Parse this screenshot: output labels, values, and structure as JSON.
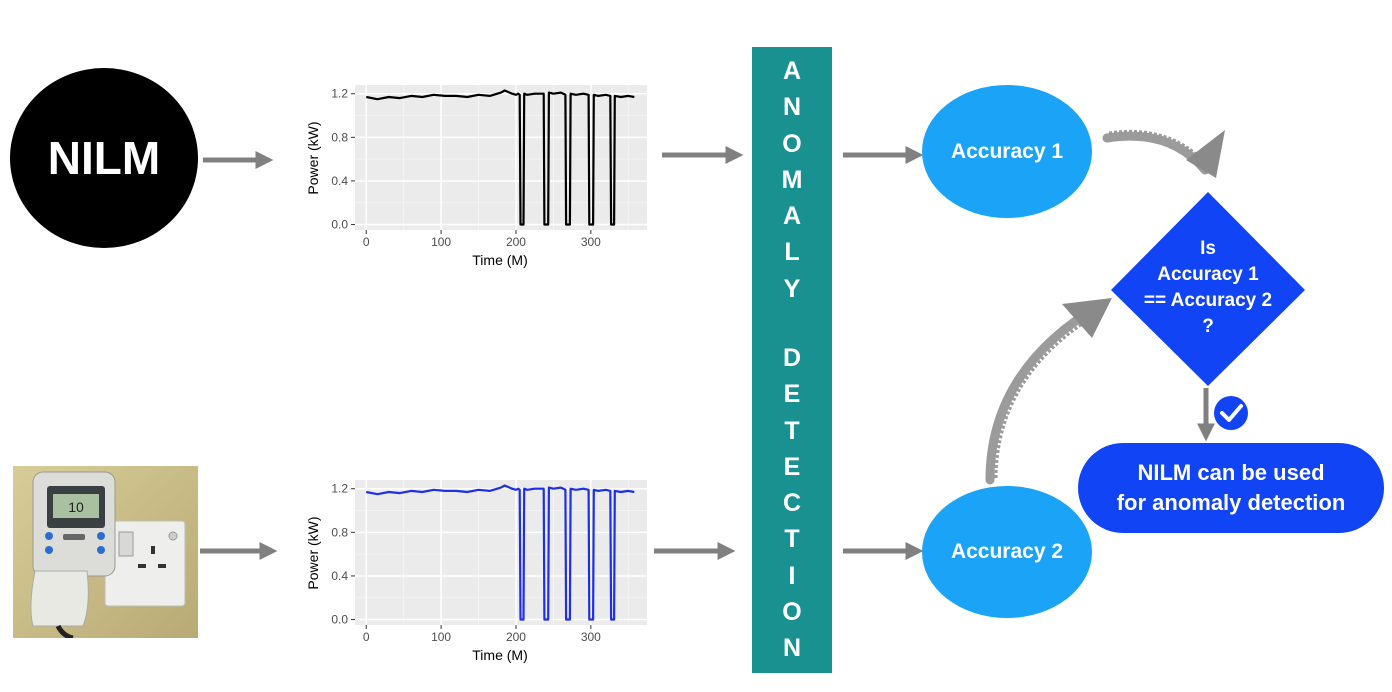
{
  "nilm_label": "NILM",
  "anomaly_band_words": [
    "ANOMALY",
    "DETECTION"
  ],
  "accuracy_1": "Accuracy 1",
  "accuracy_2": "Accuracy 2",
  "comparison": [
    "Is",
    "Accuracy 1",
    "== Accuracy 2",
    "?"
  ],
  "conclusion": [
    "NILM can be used",
    "for anomaly detection"
  ],
  "colors": {
    "band": "#1a9191",
    "accuracy_ellipse": "#1aa3f7",
    "decision": "#1144f5",
    "arrow": "#808080",
    "nilm_series": "#000000",
    "meter_series": "#1f2fe6"
  },
  "chart_data": [
    {
      "type": "line",
      "xlabel": "Time (M)",
      "ylabel": "Power (kW)",
      "xlim": [
        -15,
        375
      ],
      "ylim": [
        -0.05,
        1.28
      ],
      "xticks": [
        0,
        100,
        200,
        300
      ],
      "yticks": [
        "0.0",
        "0.8",
        "0.4",
        "1.2"
      ],
      "ytick_values": [
        0.0,
        0.8,
        0.4,
        1.2
      ],
      "grid": true,
      "series": [
        {
          "color": "#000000",
          "x": [
            0,
            15,
            30,
            45,
            60,
            75,
            90,
            105,
            120,
            135,
            150,
            165,
            180,
            185,
            195,
            200,
            203,
            205,
            206,
            210,
            211,
            215,
            225,
            237,
            238,
            243,
            244,
            250,
            260,
            266,
            267,
            272,
            273,
            280,
            290,
            297,
            298,
            303,
            304,
            310,
            320,
            326,
            327,
            331,
            332,
            340,
            350,
            358
          ],
          "y": [
            1.17,
            1.15,
            1.17,
            1.16,
            1.18,
            1.17,
            1.19,
            1.18,
            1.18,
            1.17,
            1.19,
            1.18,
            1.21,
            1.23,
            1.2,
            1.19,
            1.2,
            1.19,
            0.0,
            0.0,
            1.2,
            1.19,
            1.2,
            1.2,
            0.0,
            0.0,
            1.21,
            1.2,
            1.21,
            1.19,
            0.0,
            0.0,
            1.2,
            1.19,
            1.2,
            1.19,
            0.0,
            0.0,
            1.19,
            1.18,
            1.19,
            1.18,
            0.0,
            0.0,
            1.18,
            1.17,
            1.18,
            1.17
          ]
        }
      ]
    },
    {
      "type": "line",
      "xlabel": "Time (M)",
      "ylabel": "Power (kW)",
      "xlim": [
        -15,
        375
      ],
      "ylim": [
        -0.05,
        1.28
      ],
      "xticks": [
        0,
        100,
        200,
        300
      ],
      "yticks": [
        "0.0",
        "0.8",
        "0.4",
        "1.2"
      ],
      "ytick_values": [
        0.0,
        0.8,
        0.4,
        1.2
      ],
      "grid": true,
      "series": [
        {
          "color": "#1f2fe6",
          "x": [
            0,
            15,
            30,
            45,
            60,
            75,
            90,
            105,
            120,
            135,
            150,
            165,
            180,
            185,
            195,
            200,
            203,
            205,
            206,
            210,
            211,
            215,
            225,
            237,
            238,
            243,
            244,
            250,
            260,
            266,
            267,
            272,
            273,
            280,
            290,
            297,
            298,
            303,
            304,
            310,
            320,
            326,
            327,
            331,
            332,
            340,
            350,
            358
          ],
          "y": [
            1.17,
            1.15,
            1.17,
            1.16,
            1.18,
            1.17,
            1.19,
            1.18,
            1.18,
            1.17,
            1.19,
            1.18,
            1.21,
            1.23,
            1.2,
            1.19,
            1.2,
            1.19,
            0.0,
            0.0,
            1.2,
            1.19,
            1.2,
            1.2,
            0.0,
            0.0,
            1.21,
            1.2,
            1.21,
            1.19,
            0.0,
            0.0,
            1.2,
            1.19,
            1.2,
            1.19,
            0.0,
            0.0,
            1.19,
            1.18,
            1.19,
            1.18,
            0.0,
            0.0,
            1.18,
            1.17,
            1.18,
            1.17
          ]
        }
      ]
    }
  ]
}
